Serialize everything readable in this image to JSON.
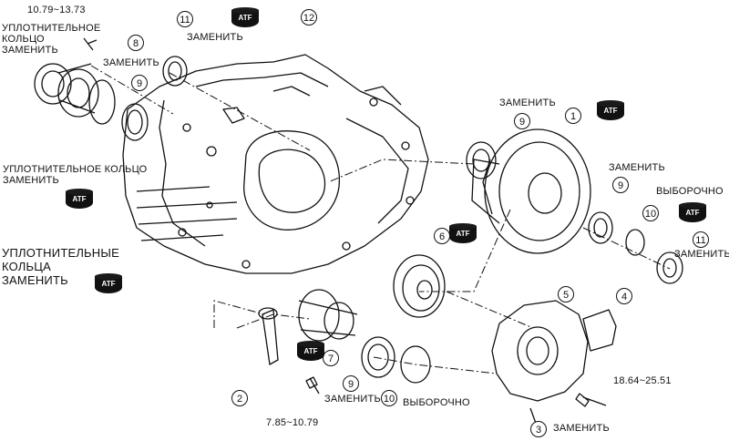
{
  "colors": {
    "ink": "#111111",
    "paper": "#ffffff"
  },
  "labels": {
    "torque_top": "10.79~13.73",
    "seal_ring_top": "УПЛОТНИТЕЛЬНОЕ\nКОЛЬЦО\nЗАМЕНИТЬ",
    "replace_8": "ЗАМЕНИТЬ",
    "replace_11_top": "ЗАМЕНИТЬ",
    "seal_ring_mid": "УПЛОТНИТЕЛЬНОЕ КОЛЬЦО\nЗАМЕНИТЬ",
    "seal_rings_left": "УПЛОТНИТЕЛЬНЫЕ\nКОЛЬЦА\nЗАМЕНИТЬ",
    "replace_9_right": "ЗАМЕНИТЬ",
    "replace_9_mid": "ЗАМЕНИТЬ",
    "selective_right": "ВЫБОРОЧНО",
    "replace_11_right": "ЗАМЕНИТЬ",
    "replace_9_bottom": "ЗАМЕНИТЬ",
    "selective_bottom": "ВЫБОРОЧНО",
    "torque_right": "18.64~25.51",
    "torque_bottom": "7.85~10.79",
    "replace_3": "ЗАМЕНИТЬ",
    "atf": "ATF"
  },
  "callouts": [
    "1",
    "2",
    "3",
    "4",
    "5",
    "6",
    "7",
    "8",
    "9",
    "10",
    "11",
    "12"
  ]
}
